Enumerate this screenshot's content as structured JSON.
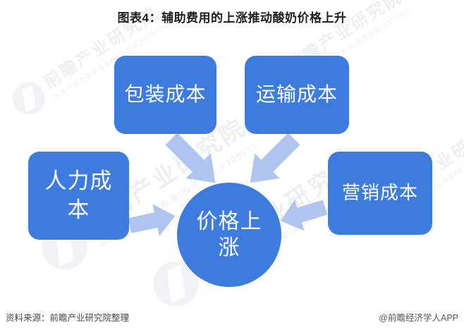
{
  "title": "图表4：辅助费用的上涨推动酸奶价格上升",
  "diagram": {
    "type": "cause-effect",
    "nodes": {
      "packaging": "包装成本",
      "transport": "运输成本",
      "labor": "人力成本",
      "marketing": "营销成本",
      "center": "价格上涨"
    },
    "edges": [
      {
        "from": "packaging",
        "to": "center"
      },
      {
        "from": "transport",
        "to": "center"
      },
      {
        "from": "labor",
        "to": "center"
      },
      {
        "from": "marketing",
        "to": "center"
      }
    ]
  },
  "watermark": {
    "brand": "前瞻产业研究院",
    "tagline": "中国产业咨询领导者(股票代码:839599)"
  },
  "footer": {
    "source": "资料来源：前瞻产业研究院整理",
    "credit": "@前瞻经济学人APP"
  },
  "colors": {
    "node_blue": "#3e7bdf",
    "arrow_blue": "#afc4ef",
    "title_text": "#1f1f1f",
    "footer_text": "#4a4a4a",
    "watermark_gray": "#e3e5ec"
  }
}
